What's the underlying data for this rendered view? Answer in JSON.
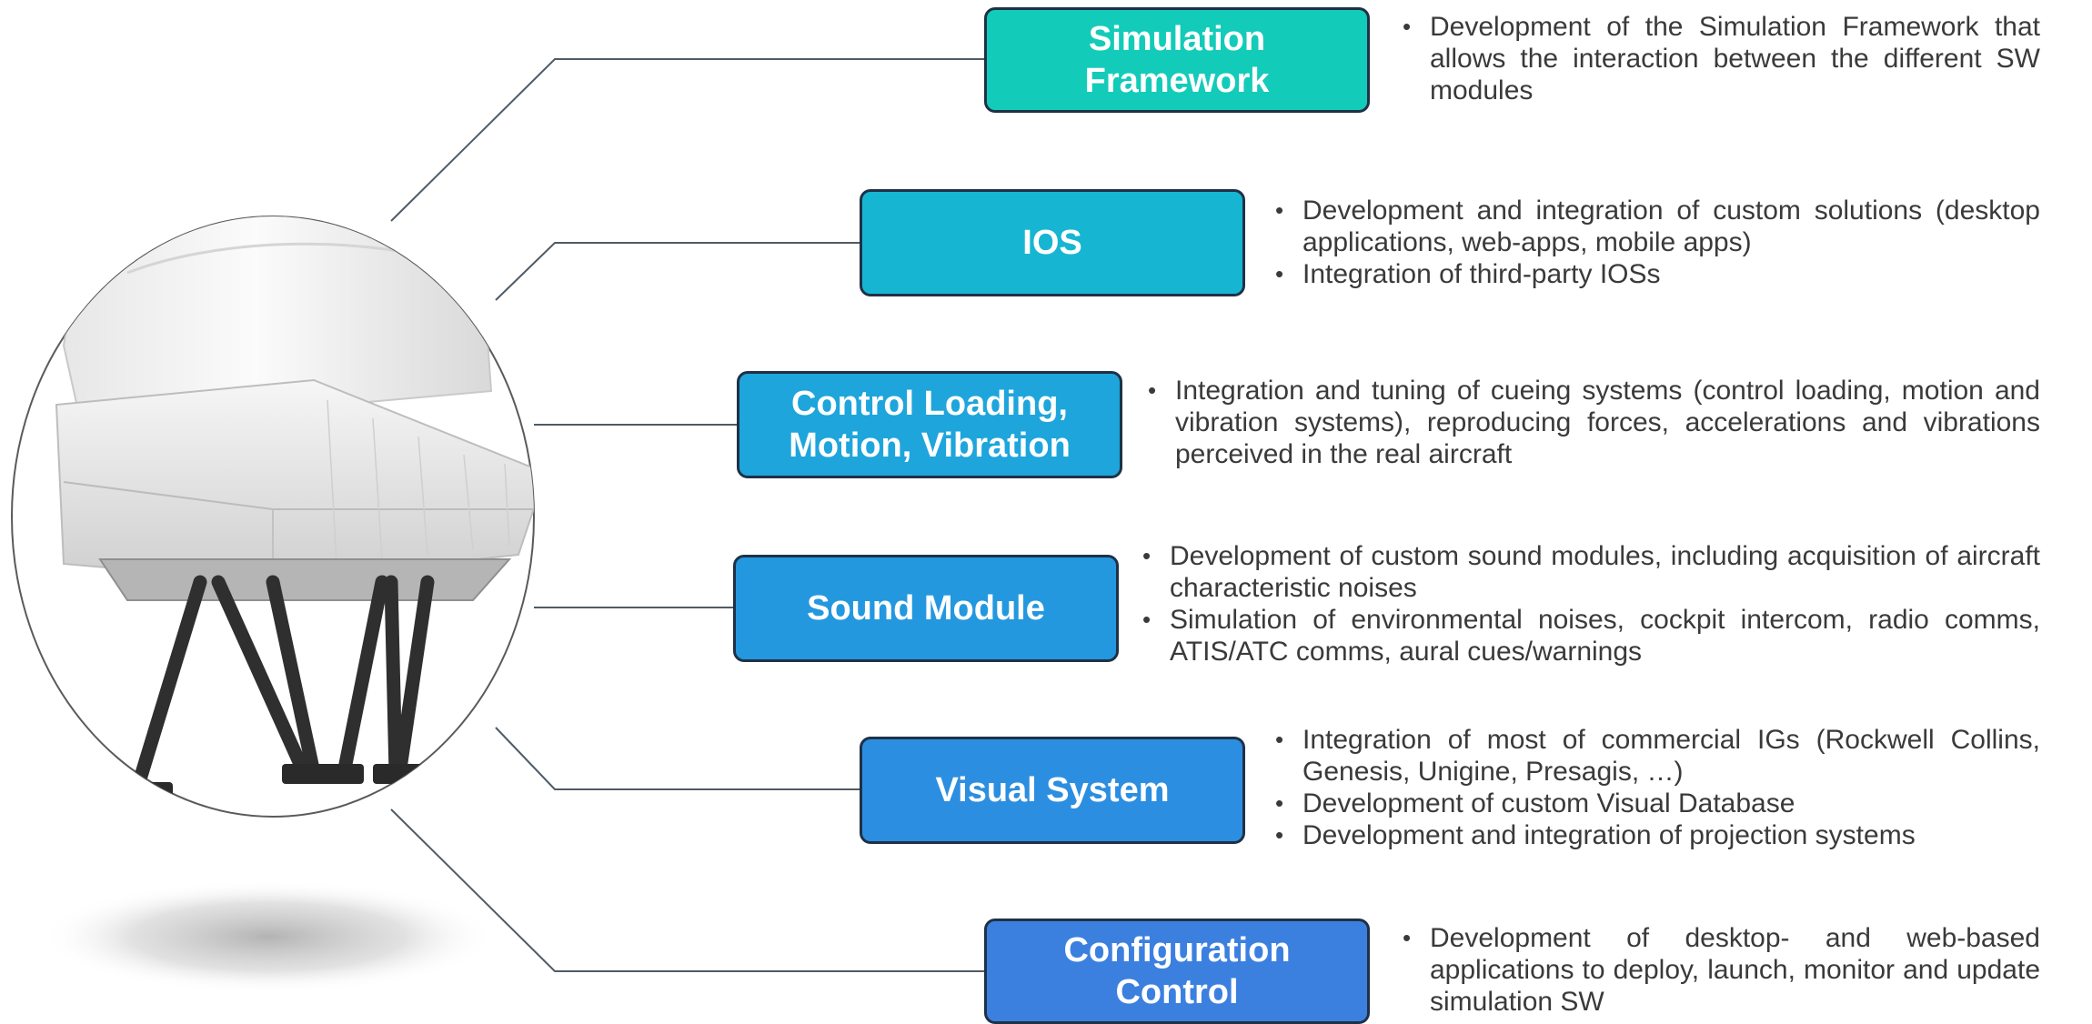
{
  "colors": {
    "connector": "#4f5b66",
    "box_border": "#1f3146",
    "simulation_framework": "#13cbb9",
    "ios": "#16b6d3",
    "control_loading": "#1ea5dc",
    "sound_module": "#2398df",
    "visual_system": "#2c8ee0",
    "configuration_control": "#3c80df"
  },
  "modules": [
    {
      "label": "Simulation\nFramework",
      "bullets": [
        "Development of the Simulation Framework that allows the interaction between the different SW modules"
      ]
    },
    {
      "label": "IOS",
      "bullets": [
        "Development and integration of custom solutions (desktop applications, web-apps, mobile apps)",
        "Integration of third-party IOSs"
      ]
    },
    {
      "label": "Control Loading,\nMotion, Vibration",
      "bullets": [
        "Integration and tuning of cueing systems (control loading, motion and vibration systems), reproducing forces, accelerations and vibrations perceived in the real aircraft"
      ]
    },
    {
      "label": "Sound Module",
      "bullets": [
        "Development of custom sound modules, including acquisition of aircraft characteristic noises",
        "Simulation of environmental noises, cockpit intercom, radio comms, ATIS/ATC comms, aural cues/warnings"
      ]
    },
    {
      "label": "Visual System",
      "bullets": [
        "Integration of most of commercial IGs (Rockwell Collins, Genesis, Unigine, Presagis, …)",
        "Development of custom Visual Database",
        "Development and integration of projection systems"
      ]
    },
    {
      "label": "Configuration\nControl",
      "bullets": [
        "Development of desktop- and web-based applications to deploy, launch, monitor and update simulation SW"
      ]
    }
  ]
}
